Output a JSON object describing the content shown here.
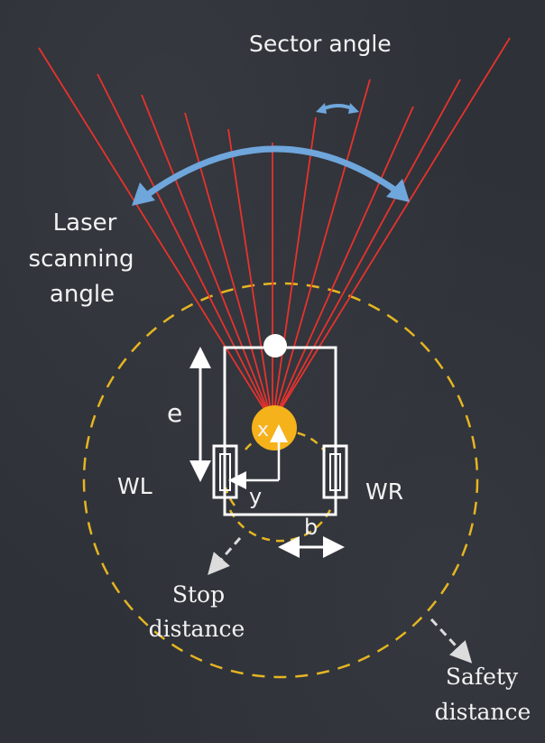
{
  "labels": {
    "sector_angle": "Sector angle",
    "laser_scanning_angle": [
      "Laser",
      "scanning",
      "angle"
    ],
    "e": "e",
    "x": "x",
    "y": "y",
    "b": "b",
    "wl": "WL",
    "wr": "WR",
    "stop_distance": [
      "Stop",
      "distance"
    ],
    "safety_distance": [
      "Safety",
      "distance"
    ]
  },
  "colors": {
    "background": "#2e3138",
    "laser_rays": "#e8322c",
    "scan_arc": "#6fa6dc",
    "safety_circle": "#e5b521",
    "stop_circle": "#e5b521",
    "sensor": "#f5b21a",
    "robot_outline": "#ffffff"
  }
}
